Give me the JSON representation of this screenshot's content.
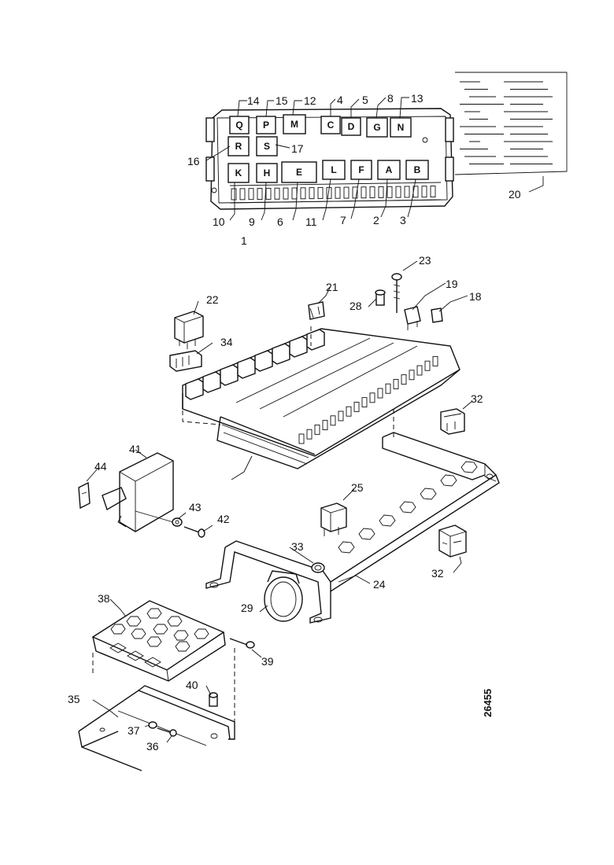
{
  "relay_positions": [
    "Q",
    "P",
    "M",
    "C",
    "D",
    "G",
    "N",
    "R",
    "S",
    "K",
    "H",
    "E",
    "L",
    "F",
    "A",
    "B"
  ],
  "callouts": [
    "1",
    "2",
    "3",
    "4",
    "5",
    "6",
    "7",
    "8",
    "9",
    "10",
    "11",
    "12",
    "13",
    "14",
    "15",
    "16",
    "17",
    "18",
    "19",
    "20",
    "21",
    "22",
    "23",
    "24",
    "25",
    "28",
    "29",
    "32",
    "32",
    "33",
    "34",
    "35",
    "36",
    "37",
    "38",
    "39",
    "40",
    "41",
    "42",
    "43",
    "44"
  ],
  "reference_number": "26455"
}
